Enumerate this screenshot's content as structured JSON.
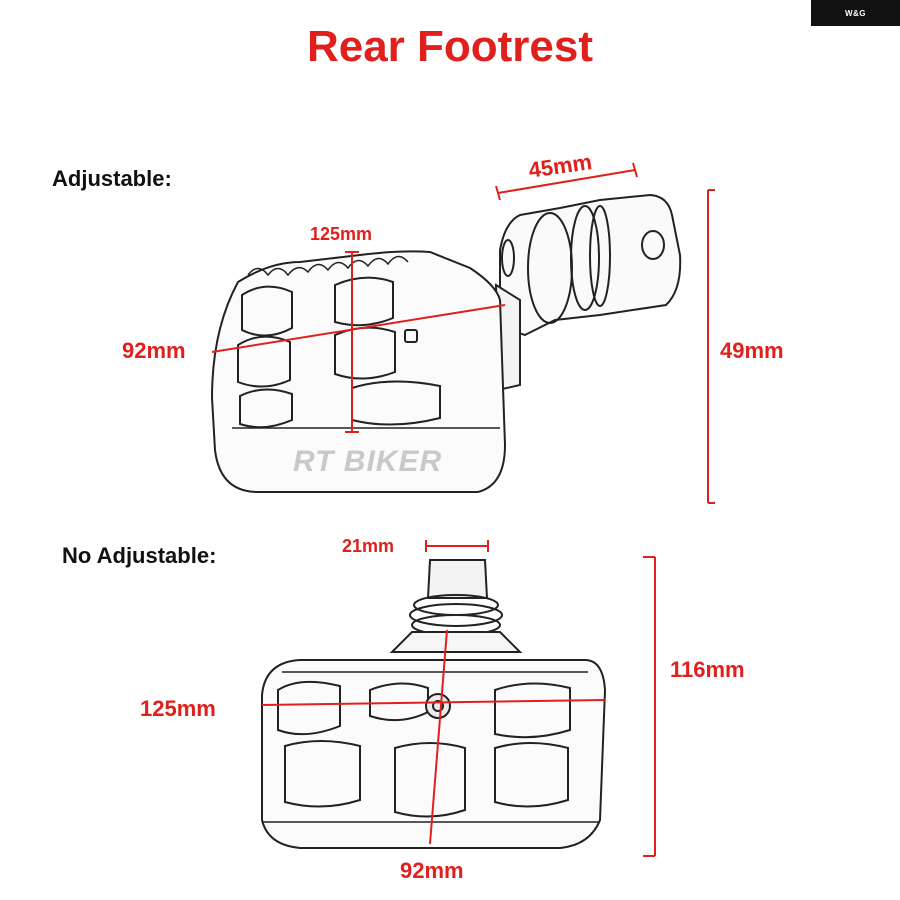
{
  "brand_badge": "W&G",
  "title": "Rear Footrest",
  "watermark": "RT BIKER",
  "adjustable": {
    "heading": "Adjustable:",
    "dims": {
      "pivot_width": "45mm",
      "peg_length": "125mm",
      "peg_width": "92mm",
      "height": "49mm"
    }
  },
  "no_adjustable": {
    "heading": "No Adjustable:",
    "dims": {
      "stem_width": "21mm",
      "length": "116mm",
      "peg_length": "125mm",
      "peg_width": "92mm"
    }
  },
  "colors": {
    "accent": "#e0201c",
    "line": "#222222"
  }
}
